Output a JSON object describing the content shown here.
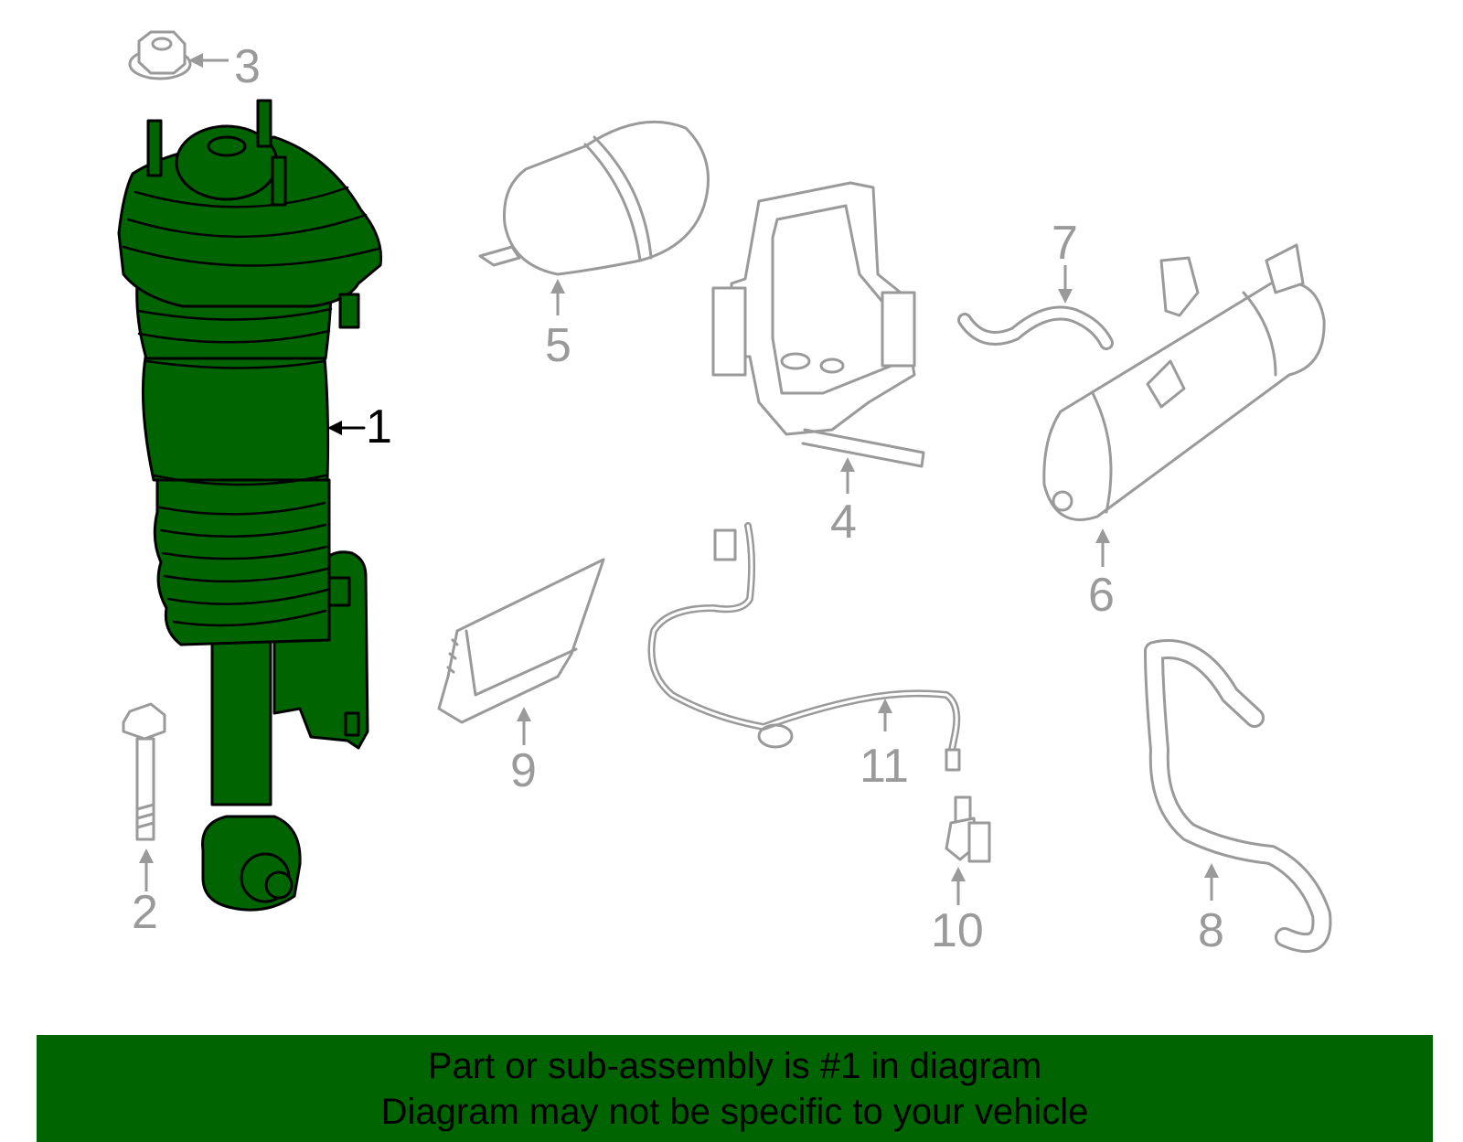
{
  "colors": {
    "highlight": "#006400",
    "outline": "#9a9a9a",
    "highlight_outline": "#000000",
    "banner_background": "#006400",
    "banner_text": "#000000",
    "background": "#ffffff"
  },
  "diagram": {
    "highlighted_part": "1",
    "callouts": [
      "1",
      "2",
      "3",
      "4",
      "5",
      "6",
      "7",
      "8",
      "9",
      "10",
      "11"
    ]
  },
  "banner": {
    "line1": "Part or sub-assembly is #1 in diagram",
    "line2": "Diagram may not be specific to your vehicle"
  }
}
